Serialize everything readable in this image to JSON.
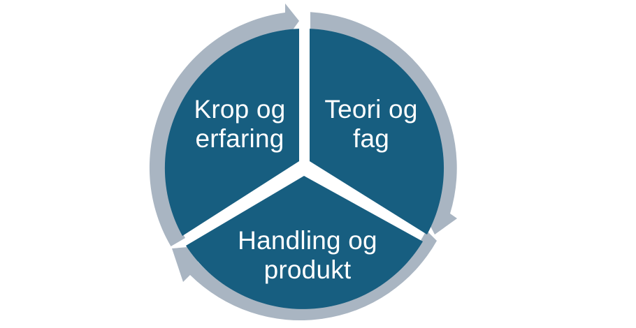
{
  "diagram": {
    "type": "cycle",
    "direction": "clockwise",
    "colors": {
      "segment_fill": "#175E80",
      "ring_arrow": "#A9B5C2",
      "background": "#FFFFFF",
      "text": "#FFFFFF"
    },
    "segments": [
      {
        "id": "top-left",
        "lines": [
          "Krop og",
          "erfaring"
        ]
      },
      {
        "id": "top-right",
        "lines": [
          "Teori og",
          "fag"
        ]
      },
      {
        "id": "bottom",
        "lines": [
          "Handling og",
          "produkt"
        ]
      }
    ]
  }
}
